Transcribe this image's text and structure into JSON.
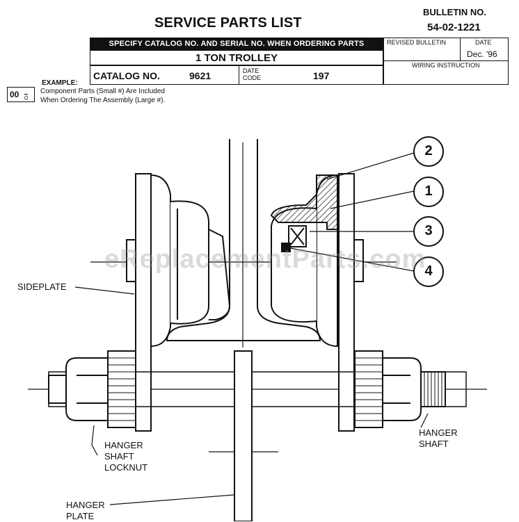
{
  "header": {
    "title": "SERVICE PARTS LIST",
    "bulletin_label": "BULLETIN NO.",
    "bulletin_no": "54-02-1221"
  },
  "order_bar": {
    "instruction": "SPECIFY CATALOG NO. AND SERIAL NO. WHEN ORDERING PARTS",
    "product": "1 TON TROLLEY",
    "catalog_label": "CATALOG NO.",
    "catalog_no": "9621",
    "date_code_label_1": "DATE",
    "date_code_label_2": "CODE",
    "date_code": "197"
  },
  "revision": {
    "revised_label": "REVISED BULLETIN",
    "date_label": "DATE",
    "date_value": "Dec. '96",
    "wiring_label": "WIRING INSTRUCTION"
  },
  "example": {
    "label": "EXAMPLE:",
    "badge_big": "00",
    "badge_small": "0",
    "note_line1": "Component Parts (Small #) Are Included",
    "note_line2": "When Ordering The Assembly (Large #)."
  },
  "callouts": [
    "2",
    "1",
    "3",
    "4"
  ],
  "part_labels": {
    "sideplate": "SIDEPLATE",
    "locknut_1": "HANGER",
    "locknut_2": "SHAFT",
    "locknut_3": "LOCKNUT",
    "shaft_1": "HANGER",
    "shaft_2": "SHAFT",
    "plate_1": "HANGER",
    "plate_2": "PLATE"
  },
  "watermark": "eReplacementParts.com"
}
